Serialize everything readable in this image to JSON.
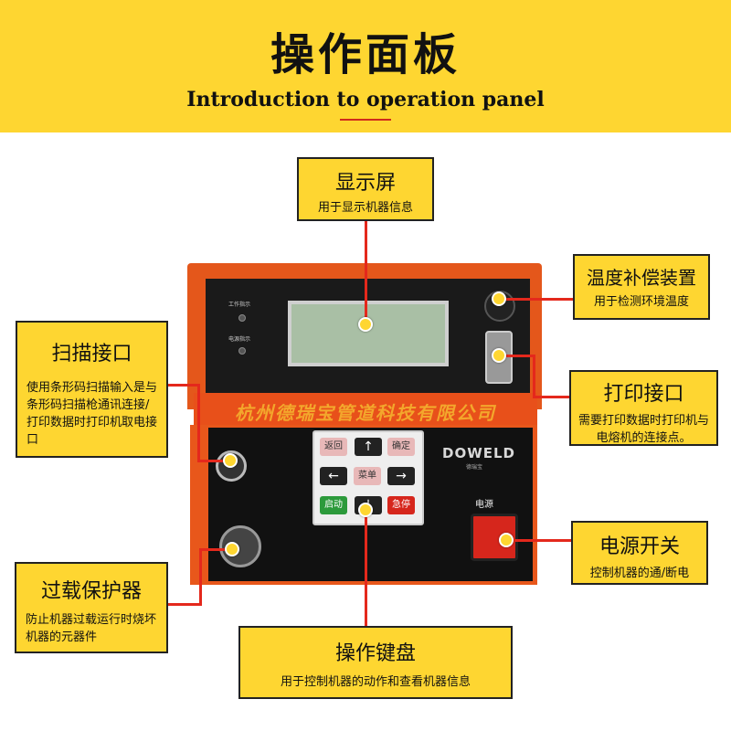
{
  "header": {
    "title_cn": "操作面板",
    "title_en": "Introduction to operation panel"
  },
  "machine": {
    "company_banner": "杭州德瑞宝管道科技有限公司",
    "indicator_work": "工作指示",
    "indicator_power": "电源指示",
    "brand_logo": "DOWELD",
    "brand_sub": "德瑞宝",
    "power_label": "电源",
    "keypad": {
      "back": "返回",
      "up": "↑",
      "confirm": "确定",
      "left": "←",
      "menu": "菜单",
      "right": "→",
      "start": "启动",
      "down": "↓",
      "estop": "急停"
    }
  },
  "callouts": {
    "display": {
      "title": "显示屏",
      "desc": "用于显示机器信息"
    },
    "temp": {
      "title": "温度补偿装置",
      "desc": "用于检测环境温度"
    },
    "scan": {
      "title": "扫描接口",
      "desc": "使用条形码扫描输入是与条形码扫描枪通讯连接/打印数据时打印机取电接口"
    },
    "print": {
      "title": "打印接口",
      "desc": "需要打印数据时打印机与电熔机的连接点。"
    },
    "power": {
      "title": "电源开关",
      "desc": "控制机器的通/断电"
    },
    "overload": {
      "title": "过载保护器",
      "desc": "防止机器过载运行时烧坏机器的元器件"
    },
    "keyboard": {
      "title": "操作键盘",
      "desc": "用于控制机器的动作和查看机器信息"
    }
  },
  "colors": {
    "accent": "#fed631",
    "line": "#e4281c",
    "machine": "#e4571b"
  }
}
